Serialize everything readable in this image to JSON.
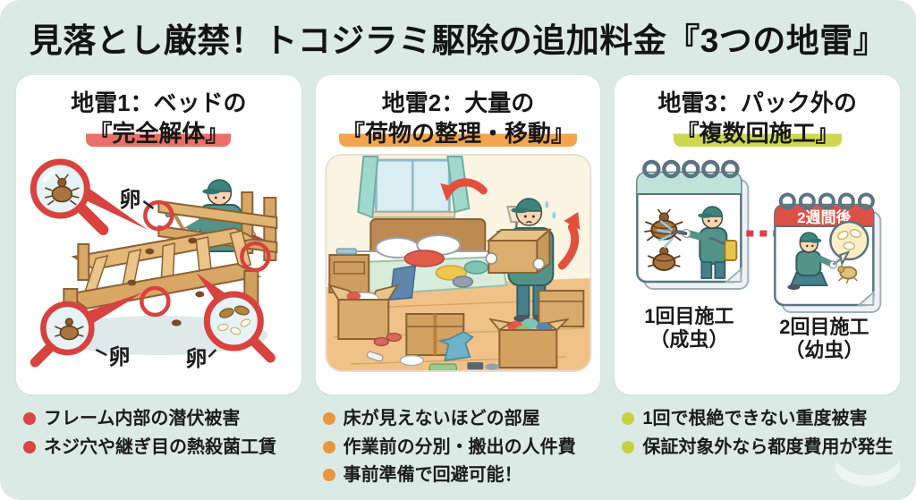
{
  "page": {
    "title": "見落とし厳禁！トコジラミ駆除の追加料金『3つの地雷』",
    "background_color": "#dceae6",
    "accent_red": "#d8423f"
  },
  "panels": [
    {
      "heading_line1": "地雷1：ベッドの",
      "heading_line2": "『完全解体』",
      "highlight_color": "#e97066",
      "bullet_color": "#d9453f",
      "illustration": "bed-full-disassembly-inspection",
      "egg_label": "卵",
      "bullets": [
        "フレーム内部の潜伏被害",
        "ネジ穴や継ぎ目の熱殺菌工賃"
      ]
    },
    {
      "heading_line1": "地雷2：大量の",
      "heading_line2": "『荷物の整理・移動』",
      "highlight_color": "#f2a44e",
      "bullet_color": "#e9973a",
      "illustration": "cluttered-room-luggage-moving",
      "bullets": [
        "床が見えないほどの部屋",
        "作業前の分別・搬出の人件費",
        "事前準備で回避可能！"
      ]
    },
    {
      "heading_line1": "地雷3：パック外の",
      "heading_line2": "『複数回施工』",
      "highlight_color": "#cdd84e",
      "bullet_color": "#c6cf40",
      "illustration": "repeat-treatment-calendars",
      "calendar1": {
        "line1": "1回目施工",
        "line2": "（成虫）"
      },
      "calendar2": {
        "line1": "2回目施工",
        "line2": "（幼虫）",
        "header": "2週間後"
      },
      "bullets": [
        "1回で根絶できない重度被害",
        "保証対象外なら都度費用が発生"
      ]
    }
  ]
}
